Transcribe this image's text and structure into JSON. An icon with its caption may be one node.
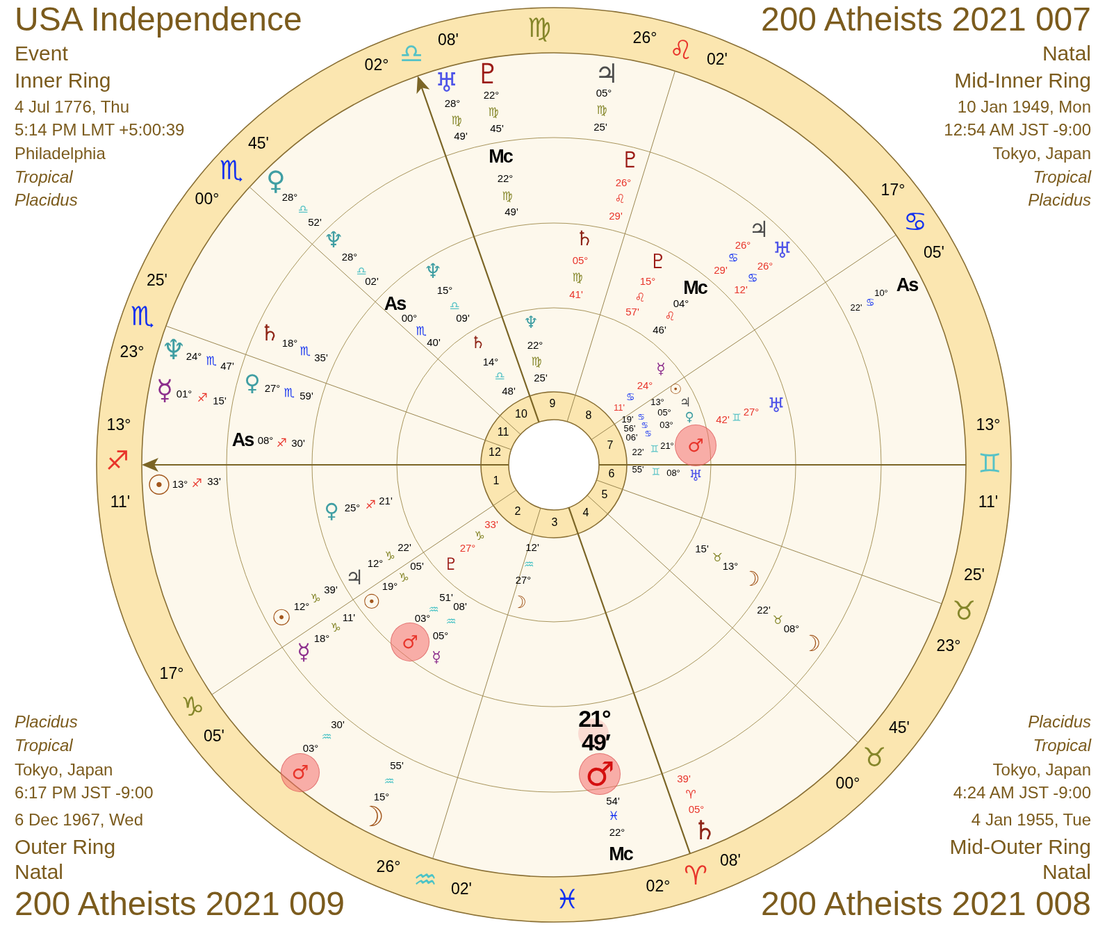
{
  "diagram": {
    "labels": [
      "USA Independence",
      "Event",
      "Inner Ring",
      "4 Jul 1776, Thu",
      "5:14 PM LMT +5:00:39",
      "Philadelphia",
      "Tropical",
      "Placidus",
      "200 Atheists 2021 007",
      "Natal",
      "Mid-Inner Ring",
      "10 Jan 1949, Mon",
      "12:54 AM JST -9:00",
      "Tokyo, Japan",
      "Tropical",
      "Placidus",
      "08'",
      "26°",
      "02°",
      "02'",
      "28°",
      "22°",
      "05°",
      "49'",
      "45'",
      "25'",
      "45'",
      "Mc",
      "22°",
      "26°",
      "00°",
      "28°",
      "17°",
      "52'",
      "49'",
      "29'",
      "28°",
      "05°",
      "29'",
      "26°",
      "26°",
      "05'",
      "25'",
      "02'",
      "15°",
      "41'",
      "15°",
      "Mc",
      "12'",
      "10°",
      "As",
      "As",
      "00°",
      "09'",
      "57'",
      "04°",
      "22'",
      "46'",
      "23°",
      "24°",
      "47'",
      "18°",
      "35'",
      "40'",
      "14°",
      "22°",
      "01°",
      "15'",
      "27°",
      "59'",
      "48'",
      "25'",
      "9",
      "11'",
      "24°",
      "13°",
      "10",
      "8",
      "19'",
      "05°",
      "42'",
      "27°",
      "13°",
      "11",
      "56'",
      "06'",
      "03°",
      "13°",
      "As",
      "08°",
      "30'",
      "12",
      "7",
      "22'",
      "21°",
      "13°",
      "33'",
      "1",
      "6",
      "55'",
      "08°",
      "11'",
      "25°",
      "21'",
      "2",
      "4",
      "5",
      "11'",
      "33'",
      "3",
      "22'",
      "27°",
      "12'",
      "15'",
      "12°",
      "05'",
      "13°",
      "39'",
      "19°",
      "27°",
      "25'",
      "12°",
      "11'",
      "03°",
      "51'",
      "08'",
      "22'",
      "18°",
      "05°",
      "08°",
      "23°",
      "17°",
      "05'",
      "03°",
      "30'",
      "21°",
      "49′",
      "45'",
      "55'",
      "39'",
      "00°",
      "15°",
      "54'",
      "05°",
      "22°",
      "26°",
      "02'",
      "Mc",
      "02°",
      "08'",
      "♎",
      "♍",
      "♌",
      "♏",
      "♋",
      "♏",
      "♐",
      "♊",
      "♉",
      "♑",
      "♉",
      "♈",
      "♒",
      "♓",
      "♅",
      "♇",
      "♃",
      "♇",
      "♀",
      "♄",
      "♃",
      "♅",
      "♆",
      "♇",
      "♆",
      "♄",
      "♆",
      "♄",
      "♆",
      "☿",
      "♀",
      "☿",
      "☉",
      "♃",
      "♀",
      "♅",
      "♅",
      "☉",
      "♀",
      "♇",
      "♃",
      "☽",
      "☉",
      "☽",
      "☉",
      "☿",
      "☿",
      "☽",
      "☽",
      "♄",
      "♍",
      "♍",
      "♍",
      "♍",
      "♌",
      "♎",
      "♎",
      "♋",
      "♋",
      "♍",
      "♌",
      "♌",
      "♋",
      "♎",
      "♏",
      "♏",
      "♍",
      "♎",
      "♏",
      "♐",
      "♏",
      "♋",
      "♊",
      "♊",
      "♊",
      "♐",
      "♐",
      "♐",
      "♑",
      "♑",
      "♒",
      "♉",
      "♑",
      "♑",
      "♒",
      "♒",
      "♉",
      "♑",
      "♒",
      "♒",
      "♈",
      "♓",
      "♋",
      "♋",
      "♋",
      "♂",
      "♂",
      "♂",
      "♂",
      "Placidus",
      "Tropical",
      "Tokyo, Japan",
      "6:17 PM JST -9:00",
      "6 Dec 1967, Wed",
      "Outer Ring",
      "Natal",
      "200 Atheists 2021 009",
      "Placidus",
      "Tropical",
      "Tokyo, Japan",
      "4:24 AM JST -9:00",
      "4 Jan 1955, Tue",
      "Mid-Outer Ring",
      "Natal",
      "200 Atheists 2021 008"
    ]
  }
}
